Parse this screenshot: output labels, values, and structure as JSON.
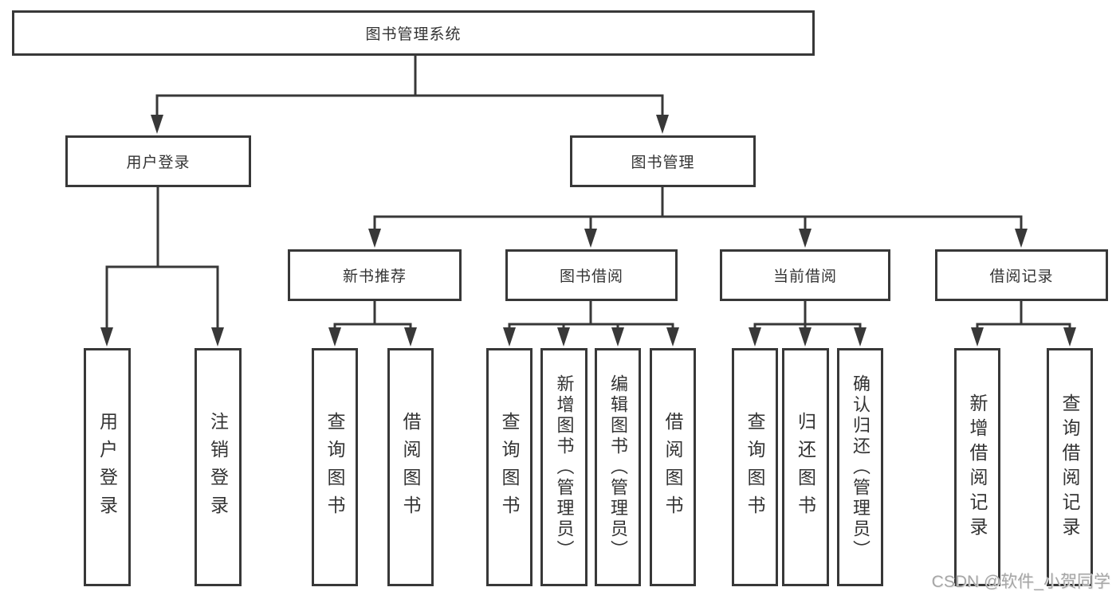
{
  "diagram": {
    "root": "图书管理系统",
    "level2": {
      "user_login": "用户登录",
      "book_management": "图书管理"
    },
    "level3": {
      "new_book_recommend": "新书推荐",
      "book_borrow": "图书借阅",
      "current_borrow": "当前借阅",
      "borrow_records": "借阅记录"
    },
    "leaves": {
      "user_login": "用户登录",
      "logout": "注销登录",
      "recommend_query_books": "查询图书",
      "recommend_borrow_books": "借阅图书",
      "borrow_query_books": "查询图书",
      "borrow_add_books_admin": "新增图书（管理员）",
      "borrow_edit_books_admin": "编辑图书（管理员）",
      "borrow_borrow_books": "借阅图书",
      "current_query_books": "查询图书",
      "current_return_books": "归还图书",
      "current_confirm_return_admin": "确认归还（管理员）",
      "records_add_record": "新增借阅记录",
      "records_query_record": "查询借阅记录"
    }
  },
  "watermark": "CSDN @软件_小贺同学",
  "colors": {
    "line": "#383838",
    "text": "#333333",
    "watermark": "#a6a6a6",
    "background": "#ffffff"
  }
}
